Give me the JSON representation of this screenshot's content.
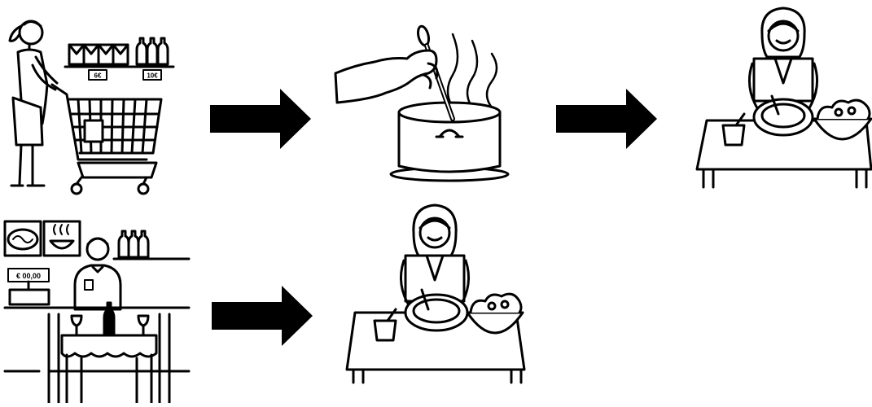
{
  "flows": [
    {
      "name": "cook-at-home",
      "steps": [
        "shopping",
        "cooking",
        "eating"
      ]
    },
    {
      "name": "eat-out",
      "steps": [
        "restaurant",
        "eating"
      ]
    }
  ],
  "price_tags": {
    "left": "6€",
    "right": "10€"
  },
  "register_display": "€ 00,00",
  "colors": {
    "ink": "#000000",
    "paper": "#ffffff"
  }
}
